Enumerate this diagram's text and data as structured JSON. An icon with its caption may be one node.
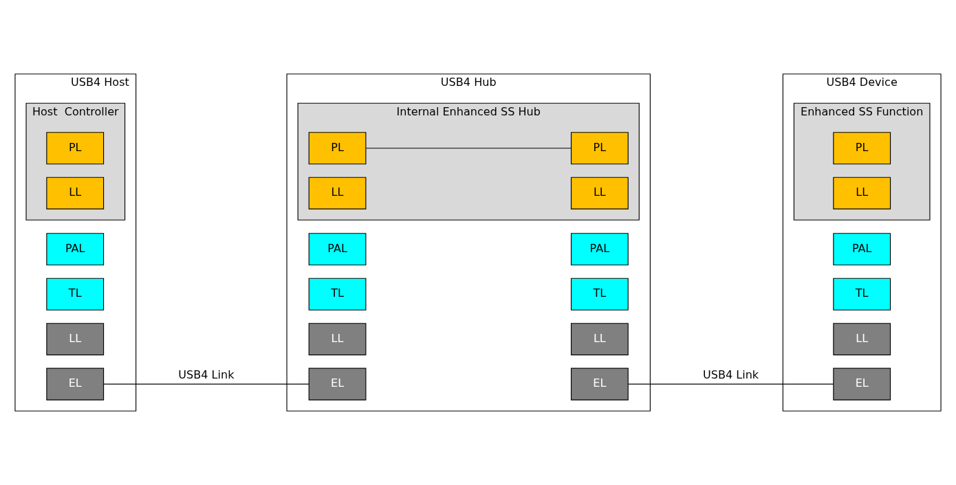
{
  "diagram": {
    "nodes": [
      {
        "text": [
          "USB4 Host"
        ]
      },
      {
        "text": [
          "Host  Controller"
        ],
        "in": 0
      },
      {
        "text": [
          "PL"
        ],
        "in": 1
      },
      {
        "text": [
          "LL"
        ],
        "in": 1
      },
      {
        "text": [
          "PAL"
        ],
        "in": 0
      },
      {
        "text": [
          "TL"
        ],
        "in": 0
      },
      {
        "text": [
          "LL"
        ],
        "in": 0
      },
      {
        "text": [
          "EL"
        ],
        "in": 0
      },
      {
        "text": [
          "USB4 Hub"
        ]
      },
      {
        "text": [
          "Internal Enhanced SS Hub"
        ],
        "in": 8
      },
      {
        "text": [
          "PL"
        ],
        "in": 9
      },
      {
        "text": [
          "LL"
        ],
        "in": 9
      },
      {
        "text": [
          "PAL"
        ],
        "in": 8
      },
      {
        "text": [
          "TL"
        ],
        "in": 8
      },
      {
        "text": [
          "LL"
        ],
        "in": 8
      },
      {
        "text": [
          "EL"
        ],
        "in": 8
      },
      {
        "text": [
          "PL"
        ],
        "in": 9
      },
      {
        "text": [
          "LL"
        ],
        "in": 9
      },
      {
        "text": [
          "PAL"
        ],
        "in": 8
      },
      {
        "text": [
          "TL"
        ],
        "in": 8
      },
      {
        "text": [
          "LL"
        ],
        "in": 8
      },
      {
        "text": [
          "EL"
        ],
        "in": 8
      },
      {
        "text": [
          "USB4 Device"
        ]
      },
      {
        "text": [
          "Enhanced SS Function"
        ],
        "in": 22
      },
      {
        "text": [
          "PL"
        ],
        "in": 23
      },
      {
        "text": [
          "LL"
        ],
        "in": 23
      },
      {
        "text": [
          "PAL"
        ],
        "in": 22
      },
      {
        "text": [
          "TL"
        ],
        "in": 22
      },
      {
        "text": [
          "LL"
        ],
        "in": 22
      },
      {
        "text": [
          "EL"
        ],
        "in": 22
      }
    ],
    "edges": [
      {
        "from": 10,
        "to": 16,
        "arrow": "none"
      },
      {
        "from": 7,
        "to": 15,
        "arrow": "none",
        "label": "USB4 Link"
      },
      {
        "from": 21,
        "to": 29,
        "arrow": "none",
        "label": "USB4 Link"
      }
    ]
  }
}
